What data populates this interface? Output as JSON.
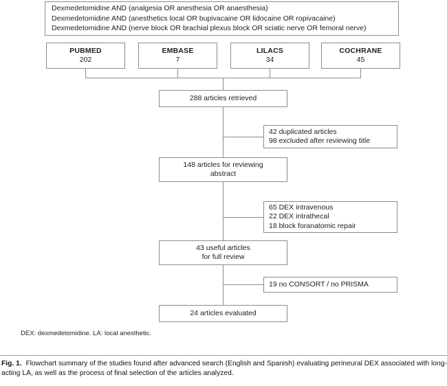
{
  "figure": {
    "id": "Fig. 1.",
    "caption": "Flowchart summary of the studies found after advanced search (English and Spanish) evaluating perineural DEX associated with long-acting LA, as well as the process of final selection of the articles analyzed.",
    "abbreviations": "DEX: dexmedetomidine. LA: local anesthetic.",
    "line_color": "#8a8a8a",
    "text_color": "#1d1d1d",
    "background": "#ffffff"
  },
  "query_box": {
    "lines": [
      "Dexmedetomidine AND (analgesia OR anesthesia OR anaesthesia)",
      "Dexmedetomidine AND (anesthetics local OR bupivacaine OR lidocaine OR ropivacaine)",
      "Dexmedetomidine AND (nerve block OR brachial plexus block OR sciatic nerve OR femoral nerve)"
    ]
  },
  "databases": [
    {
      "name": "PUBMED",
      "count": "202"
    },
    {
      "name": "EMBASE",
      "count": "7"
    },
    {
      "name": "LILACS",
      "count": "34"
    },
    {
      "name": "COCHRANE",
      "count": "45"
    }
  ],
  "flow": {
    "retrieved": {
      "lines": [
        "288 articles retrieved"
      ]
    },
    "abstract": {
      "lines": [
        "148 articles for reviewing",
        "abstract"
      ]
    },
    "useful": {
      "lines": [
        "43 useful articles",
        "for full review"
      ]
    },
    "evaluated": {
      "lines": [
        "24 articles evaluated"
      ]
    }
  },
  "exclusions": [
    {
      "id": "exclusion-duplicates-title",
      "lines": [
        "42 duplicated articles",
        "98 excluded after reviewing title"
      ]
    },
    {
      "id": "exclusion-route",
      "lines": [
        "65 DEX intravenous",
        "22 DEX intrathecal",
        "18 block foranatomic repair"
      ]
    },
    {
      "id": "exclusion-reporting-standards",
      "lines": [
        "19 no CONSORT / no PRISMA"
      ]
    }
  ]
}
